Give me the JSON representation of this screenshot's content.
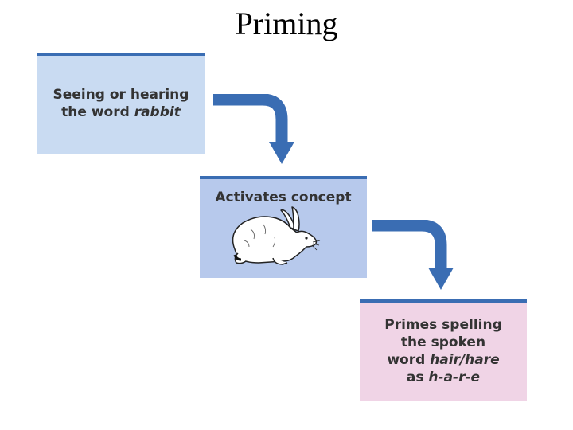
{
  "title": "Priming",
  "steps": [
    {
      "line1": "Seeing or hearing",
      "line2_prefix": "the word ",
      "line2_italic": "rabbit"
    },
    {
      "line1": "Activates concept",
      "image": "rabbit-illustration"
    },
    {
      "line1": "Primes spelling",
      "line2": "the spoken",
      "line3_prefix": "word ",
      "line3_italic": "hair/hare",
      "line4_prefix": "as ",
      "line4_italic": "h-a-r-e"
    }
  ],
  "colors": {
    "accent": "#3a6db3",
    "box1": "#c9dbf2",
    "box2": "#b7c9ec",
    "box3": "#f0d4e6",
    "text": "#333333"
  },
  "icons": [
    "curved-arrow-icon",
    "rabbit-illustration"
  ]
}
